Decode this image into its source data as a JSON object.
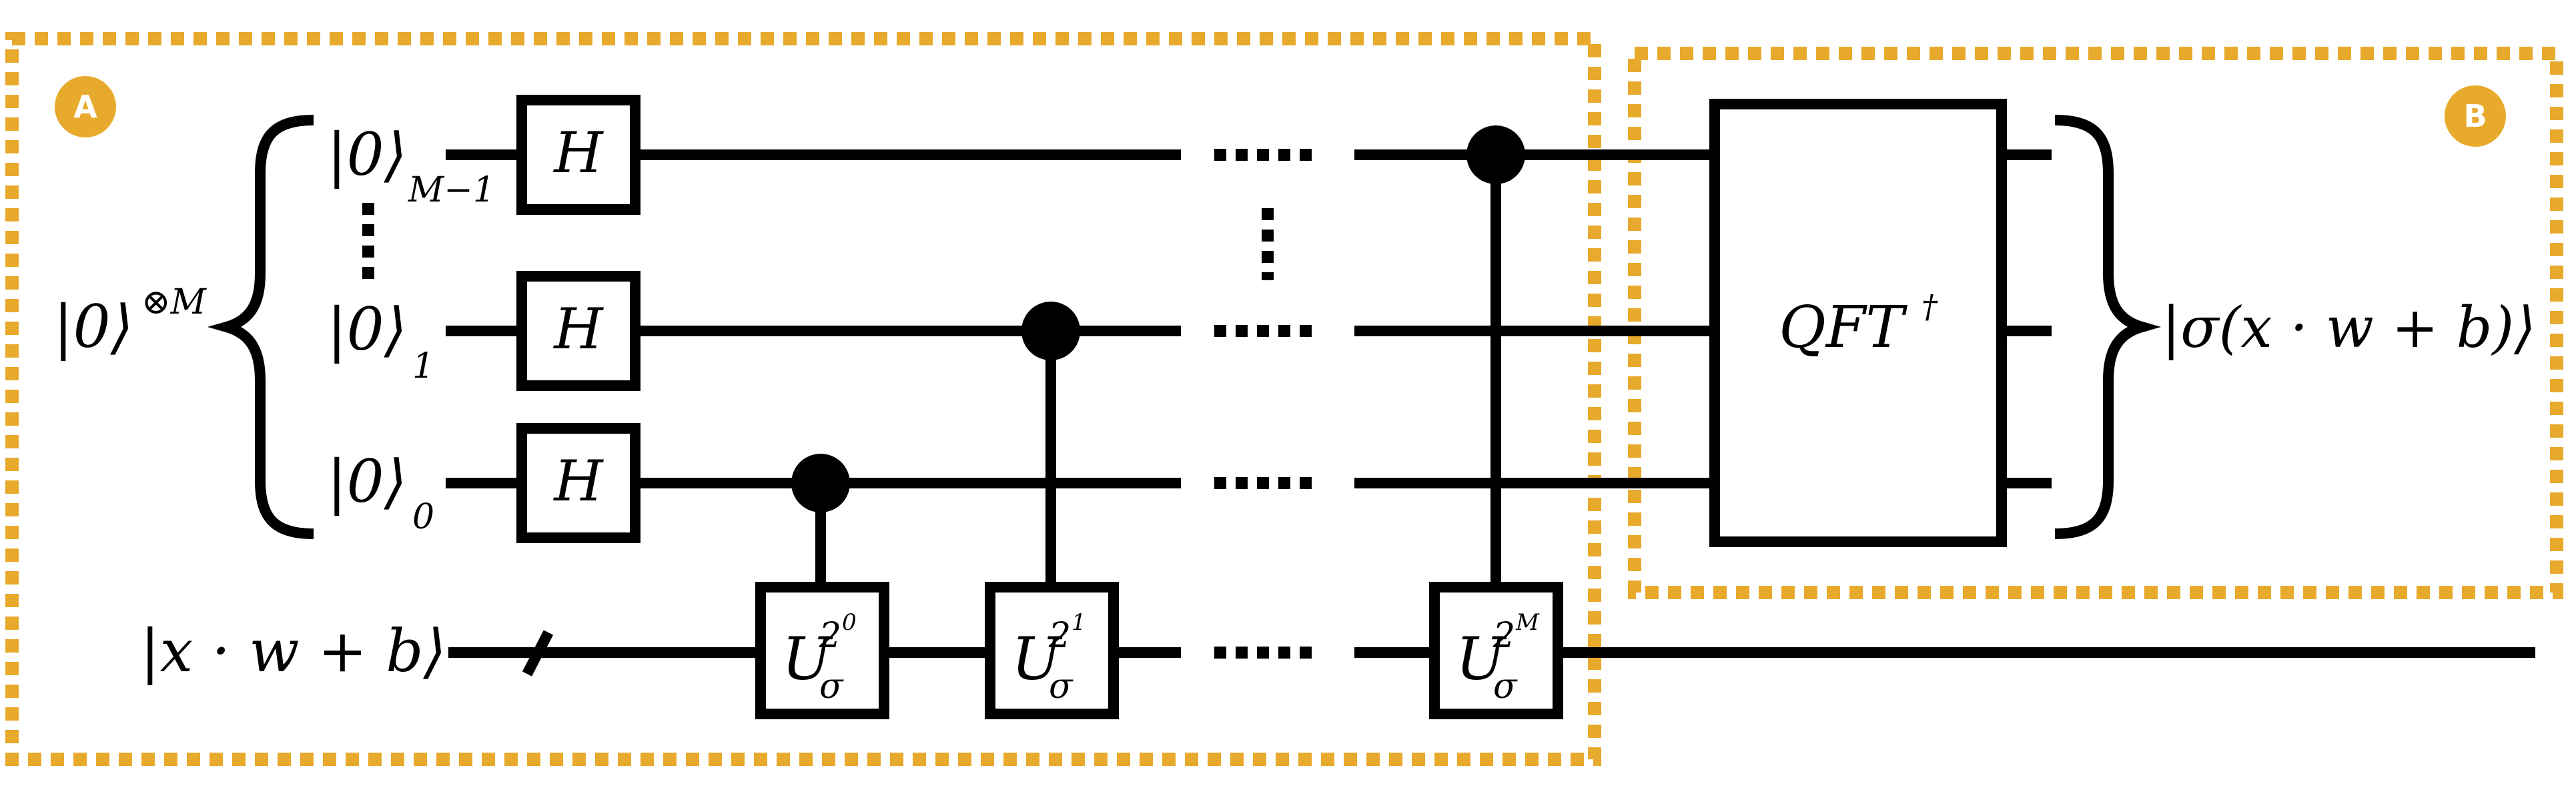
{
  "colors": {
    "highlight": "#E8AA2C",
    "ink": "#000000",
    "background": "#FFFFFF"
  },
  "regions": {
    "a": {
      "badge": "A"
    },
    "b": {
      "badge": "B"
    }
  },
  "labels": {
    "register_left": "|0⟩",
    "register_tensor": "⊗M",
    "qubit_top_ket": "|0⟩",
    "qubit_top_sub": "M−1",
    "qubit_mid_ket": "|0⟩",
    "qubit_mid_sub": "1",
    "qubit_bot_ket": "|0⟩",
    "qubit_bot_sub": "0",
    "input_state": "|x · w + b⟩",
    "output_state": "|σ(x · w + b)⟩"
  },
  "gates": {
    "hadamard": "H",
    "qft_name": "QFT",
    "qft_dagger": "†",
    "u_base": "U",
    "u_sub": "σ",
    "u0_exp_base": "2",
    "u0_exp_pow": "0",
    "u1_exp_base": "2",
    "u1_exp_pow": "1",
    "uM_exp_base": "2",
    "uM_exp_pow": "M"
  }
}
